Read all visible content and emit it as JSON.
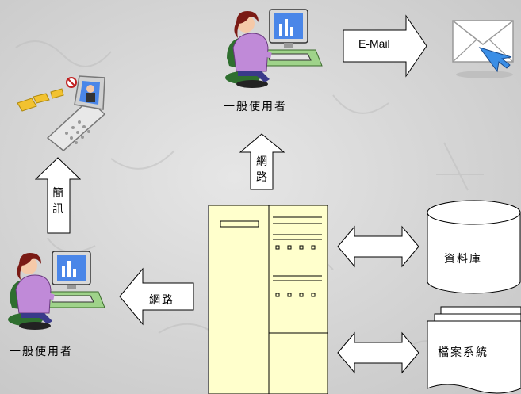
{
  "labels": {
    "user_top": "一般使用者",
    "user_bottom": "一般使用者",
    "email_arrow": "E-Mail",
    "network_up_1": "網",
    "network_up_2": "路",
    "sms_1": "簡",
    "sms_2": "訊",
    "network_left": "網路",
    "database": "資料庫",
    "file_system": "檔案系統"
  },
  "colors": {
    "background": "#d8d8d8",
    "server_fill": "#ffffcc",
    "arrow_fill": "#ffffff",
    "shape_stroke": "#000000",
    "monitor_screen": "#4a86e8",
    "shirt": "#c08ad8",
    "hair": "#7a1a14",
    "chair": "#2f6f2f"
  },
  "icons": {
    "user_top": "woman-at-computer-icon",
    "user_bottom": "woman-at-computer-icon",
    "mail": "mail-envelope-icon",
    "phone": "mobile-phone-icon",
    "server": "server-rack-icon",
    "database": "database-cylinder-icon",
    "files": "document-stack-icon"
  }
}
